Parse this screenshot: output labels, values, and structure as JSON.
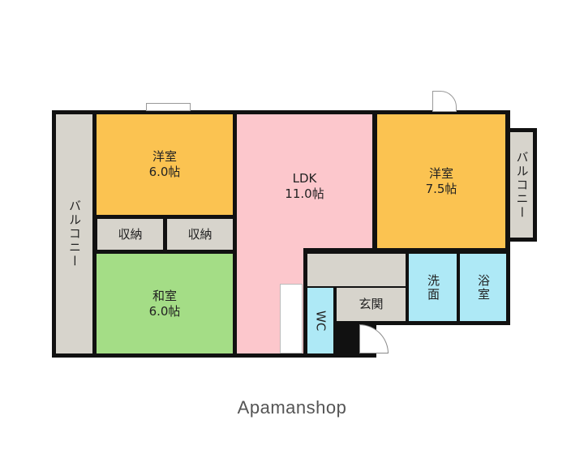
{
  "rooms": {
    "balcony_left": {
      "label": "バルコニー"
    },
    "western1": {
      "name": "洋室",
      "size": "6.0帖"
    },
    "storage1": {
      "label": "収納"
    },
    "storage2": {
      "label": "収納"
    },
    "japanese": {
      "name": "和室",
      "size": "6.0帖"
    },
    "ldk": {
      "name": "LDK",
      "size": "11.0帖"
    },
    "western2": {
      "name": "洋室",
      "size": "7.5帖"
    },
    "balcony_right": {
      "label": "バルコニー"
    },
    "wc": {
      "label": "WC"
    },
    "entrance": {
      "label": "玄関"
    },
    "washroom": {
      "label": "洗面"
    },
    "bath": {
      "label": "浴室"
    }
  },
  "colors": {
    "western": "#fbc351",
    "japanese": "#a4dd86",
    "ldk": "#fcc7cc",
    "water": "#aee9f6",
    "gray": "#d7d4cc"
  },
  "brand": "Apamanshop"
}
